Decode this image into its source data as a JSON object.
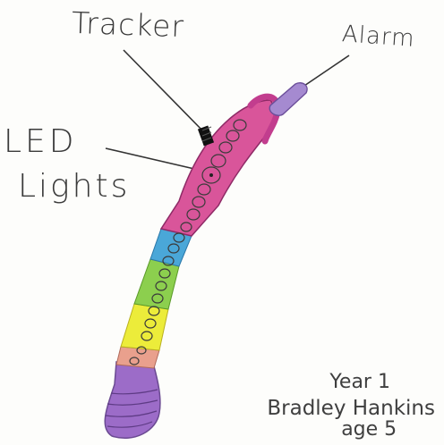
{
  "labels": {
    "tracker": "Tracker",
    "alarm": "Alarm",
    "led_line1": "LED",
    "led_line2": "Lights"
  },
  "caption": {
    "year": "Year 1",
    "name": "Bradley Hankins",
    "age": "age 5"
  },
  "colors": {
    "pink": "#d9559a",
    "magenta": "#c23d8e",
    "blue": "#4aa7d8",
    "green": "#8ccf4e",
    "yellow": "#ecec3a",
    "peach": "#e9a08d",
    "purple": "#9c6cc8",
    "alarm_purple": "#a58ad0",
    "ink": "#3a3a3a"
  }
}
